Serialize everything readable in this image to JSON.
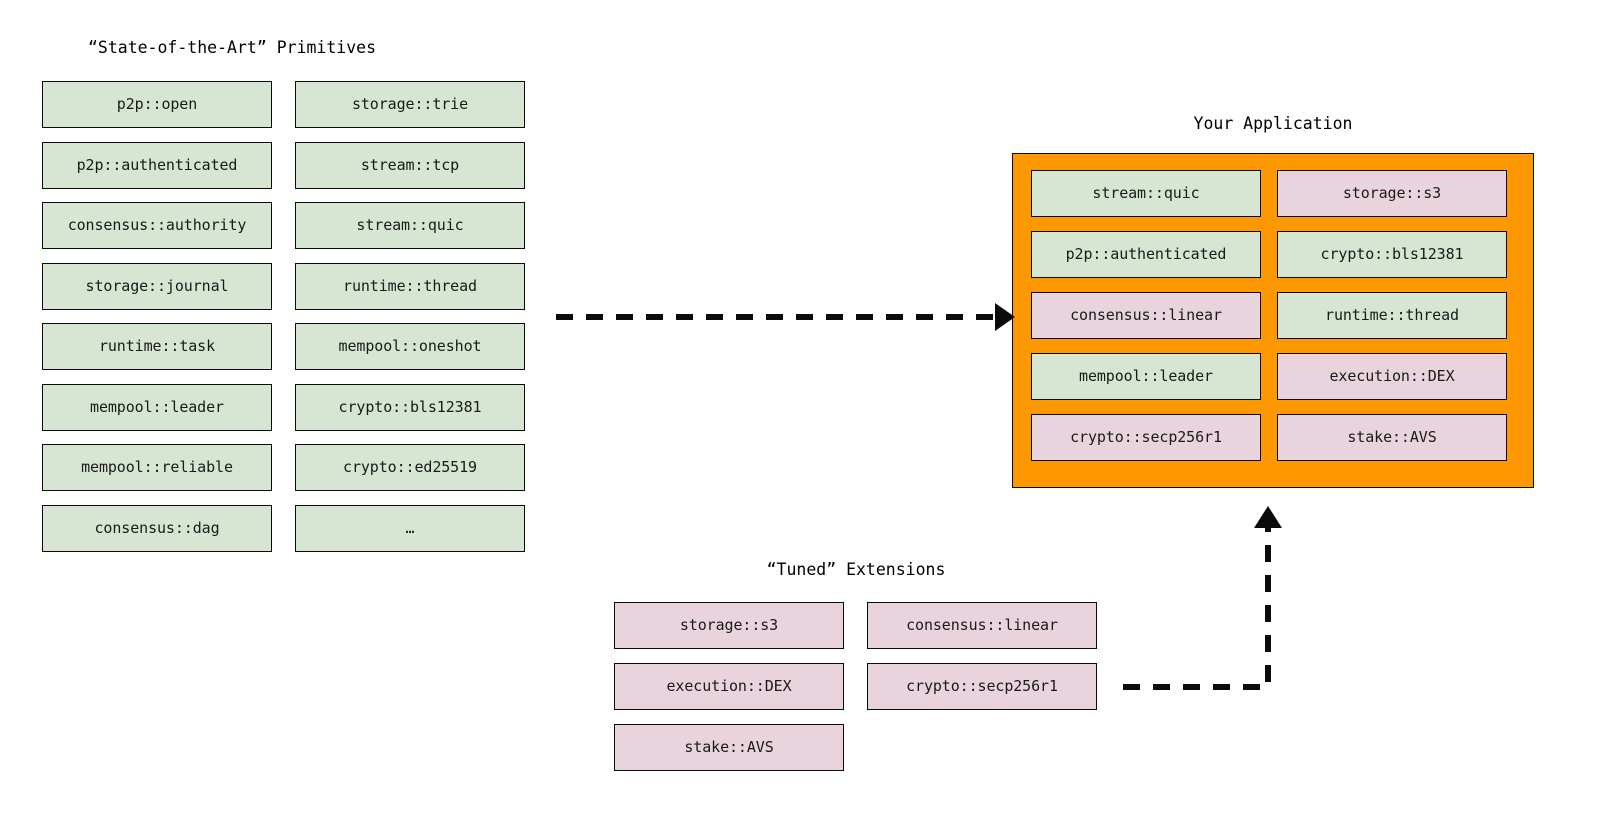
{
  "diagram": {
    "background": "#ffffff",
    "colors": {
      "primitive_green": "#d6e6d3",
      "extension_pink": "#e9d4de",
      "application_orange": "#fd9800",
      "stroke": "#0b0b0b"
    }
  },
  "primitives": {
    "title": "“State-of-the-Art” Primitives",
    "column_left": [
      {
        "label": "p2p::open",
        "kind": "green"
      },
      {
        "label": "p2p::authenticated",
        "kind": "green"
      },
      {
        "label": "consensus::authority",
        "kind": "green"
      },
      {
        "label": "storage::journal",
        "kind": "green"
      },
      {
        "label": "runtime::task",
        "kind": "green"
      },
      {
        "label": "mempool::leader",
        "kind": "green"
      },
      {
        "label": "mempool::reliable",
        "kind": "green"
      },
      {
        "label": "consensus::dag",
        "kind": "green"
      }
    ],
    "column_right": [
      {
        "label": "storage::trie",
        "kind": "green"
      },
      {
        "label": "stream::tcp",
        "kind": "green"
      },
      {
        "label": "stream::quic",
        "kind": "green"
      },
      {
        "label": "runtime::thread",
        "kind": "green"
      },
      {
        "label": "mempool::oneshot",
        "kind": "green"
      },
      {
        "label": "crypto::bls12381",
        "kind": "green"
      },
      {
        "label": "crypto::ed25519",
        "kind": "green"
      },
      {
        "label": "…",
        "kind": "green"
      }
    ]
  },
  "application": {
    "title": "Your Application",
    "column_left": [
      {
        "label": "stream::quic",
        "kind": "green"
      },
      {
        "label": "p2p::authenticated",
        "kind": "green"
      },
      {
        "label": "consensus::linear",
        "kind": "pink"
      },
      {
        "label": "mempool::leader",
        "kind": "green"
      },
      {
        "label": "crypto::secp256r1",
        "kind": "pink"
      }
    ],
    "column_right": [
      {
        "label": "storage::s3",
        "kind": "pink"
      },
      {
        "label": "crypto::bls12381",
        "kind": "green"
      },
      {
        "label": "runtime::thread",
        "kind": "green"
      },
      {
        "label": "execution::DEX",
        "kind": "pink"
      },
      {
        "label": "stake::AVS",
        "kind": "pink"
      }
    ]
  },
  "extensions": {
    "title": "“Tuned” Extensions",
    "column_left": [
      {
        "label": "storage::s3",
        "kind": "pink"
      },
      {
        "label": "execution::DEX",
        "kind": "pink"
      },
      {
        "label": "stake::AVS",
        "kind": "pink"
      }
    ],
    "column_right": [
      {
        "label": "consensus::linear",
        "kind": "pink"
      },
      {
        "label": "crypto::secp256r1",
        "kind": "pink"
      }
    ]
  },
  "connectors": [
    {
      "name": "primitives-to-application",
      "style": "dashed",
      "direction": "right"
    },
    {
      "name": "extensions-to-application",
      "style": "dashed",
      "direction": "up"
    }
  ]
}
